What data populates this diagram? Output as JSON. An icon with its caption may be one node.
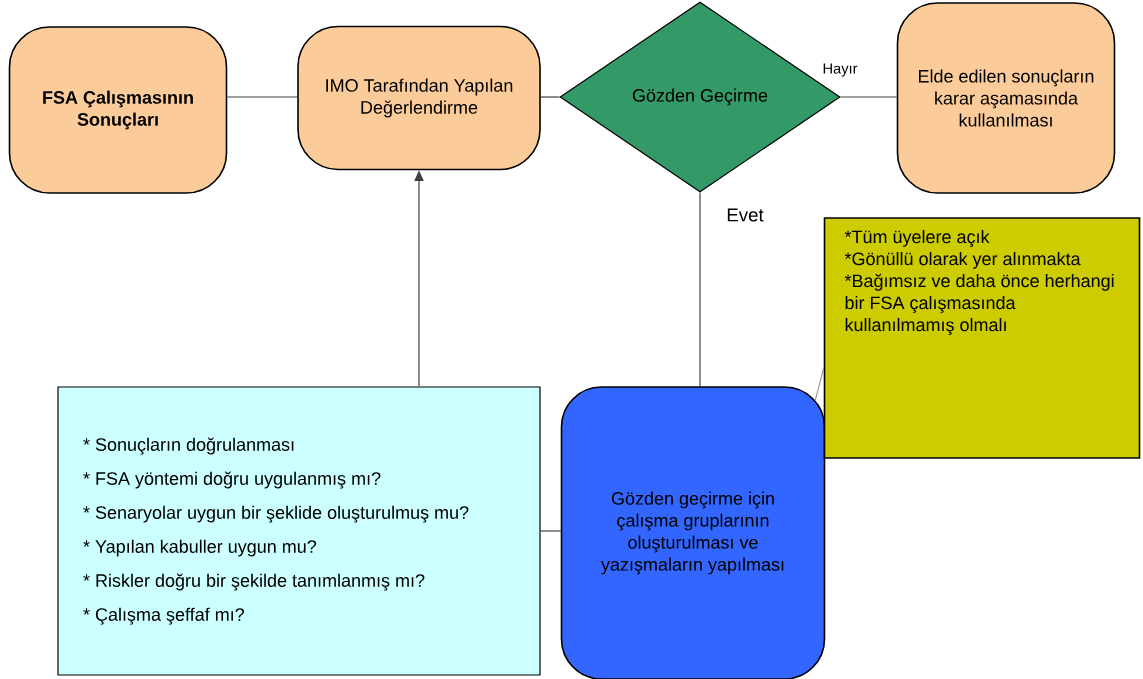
{
  "diagram": {
    "nodes": [
      {
        "text": [
          "FSA Çalışmasının Sonuçları"
        ]
      },
      {
        "text": [
          "IMO Tarafından Yapılan Değerlendirme"
        ]
      },
      {
        "text": [
          "Gözden Geçirme"
        ]
      },
      {
        "text": [
          "Elde edilen sonuçların karar aşamasında kullanılması"
        ]
      },
      {
        "text": [
          "Gözden geçirme için çalışma gruplarının oluşturulması ve yazışmaların yapılması"
        ]
      },
      {
        "text": [
          "* Sonuçların doğrulanması",
          "* FSA yöntemi doğru uygulanmış mı?",
          "* Senaryolar uygun bir şeklide oluşturulmuş mu?",
          "* Yapılan kabuller uygun mu?",
          "* Riskler doğru bir şekilde tanımlanmış mı?",
          "* Çalışma şeffaf mı?"
        ]
      },
      {
        "text": [
          "*Tüm üyelere açık",
          "*Gönüllü olarak yer alınmakta",
          "*Bağımsız ve daha önce herhangi bir FSA çalışmasında kullanılmamış olmalı"
        ]
      }
    ],
    "edges": [
      {
        "from": 0,
        "to": 1,
        "arrow": "none"
      },
      {
        "from": 1,
        "to": 2,
        "arrow": "none"
      },
      {
        "from": 2,
        "to": 3,
        "arrow": "none",
        "label": "Hayır"
      },
      {
        "from": 2,
        "to": 4,
        "arrow": "none",
        "label": "Evet"
      },
      {
        "from": 5,
        "to": 1,
        "arrow": "to"
      },
      {
        "from": 5,
        "to": 4,
        "arrow": "none"
      },
      {
        "from": 6,
        "to": 4,
        "arrow": "none"
      }
    ]
  }
}
